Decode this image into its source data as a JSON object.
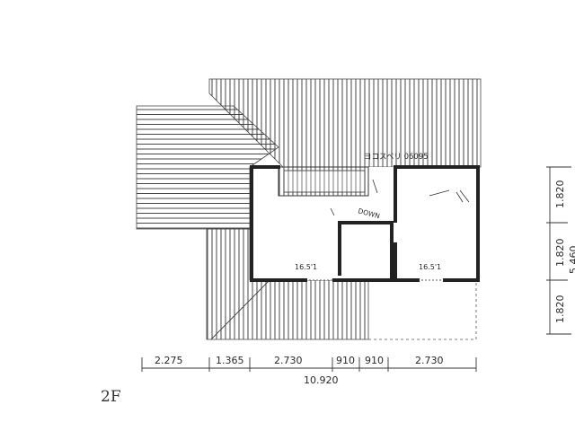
{
  "floor_label": "2F",
  "annotations": {
    "skylight": "ヨコスベリ 06095",
    "stair_down": "DOWN",
    "room_left": "16.5'1",
    "room_right": "16.5'1"
  },
  "bottom_dimensions": {
    "segments": [
      "2.275",
      "1.365",
      "2.730",
      "910",
      "910",
      "2.730"
    ],
    "total": "10.920"
  },
  "right_dimensions": {
    "segments": [
      "1.820",
      "1.820",
      "1.820"
    ],
    "total": "5.460"
  },
  "colors": {
    "ink": "#2a2a2a",
    "wall": "#222222",
    "paper": "#ffffff"
  }
}
